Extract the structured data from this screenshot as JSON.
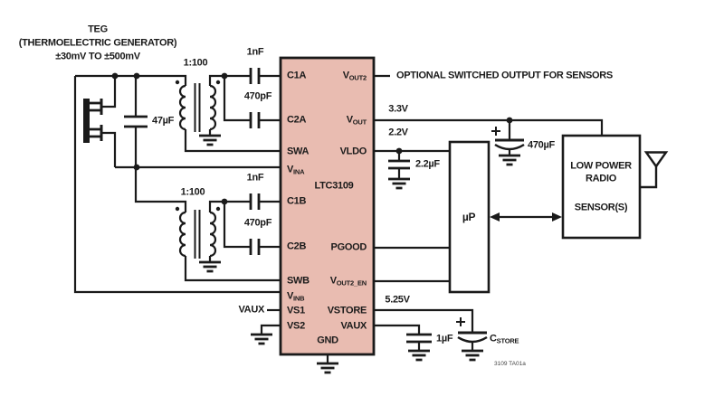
{
  "teg": {
    "line1": "TEG",
    "line2": "(THERMOELECTRIC GENERATOR)",
    "line3": "±30mV TO ±500mV"
  },
  "transformers": {
    "ratio_top": "1:100",
    "ratio_bottom": "1:100"
  },
  "caps": {
    "teg_cap": "47µF",
    "top_1nf": "1nF",
    "top_470pf": "470pF",
    "bot_1nf": "1nF",
    "bot_470pf": "470pF",
    "vldo_cap": "2.2µF",
    "vout_cap": "470µF",
    "vaux_cap": "1µF",
    "cstore": {
      "main": "C",
      "sub": "STORE"
    }
  },
  "ic": {
    "part": "LTC3109",
    "gnd": "GND",
    "left_pins": [
      {
        "main": "C1A",
        "sub": ""
      },
      {
        "main": "C2A",
        "sub": ""
      },
      {
        "main": "SWA",
        "sub": ""
      },
      {
        "main": "V",
        "sub": "INA"
      },
      {
        "main": "C1B",
        "sub": ""
      },
      {
        "main": "C2B",
        "sub": ""
      },
      {
        "main": "SWB",
        "sub": ""
      },
      {
        "main": "V",
        "sub": "INB"
      },
      {
        "main": "VS1",
        "sub": ""
      },
      {
        "main": "VS2",
        "sub": ""
      }
    ],
    "right_pins": [
      {
        "main": "V",
        "sub": "OUT2"
      },
      {
        "main": "V",
        "sub": "OUT"
      },
      {
        "main": "VLDO",
        "sub": ""
      },
      {
        "main": "PGOOD",
        "sub": ""
      },
      {
        "main": "V",
        "sub": "OUT2_EN"
      },
      {
        "main": "VSTORE",
        "sub": ""
      },
      {
        "main": "VAUX",
        "sub": ""
      }
    ]
  },
  "annotations": {
    "vout2_note": "OPTIONAL SWITCHED OUTPUT FOR SENSORS",
    "vout_v": "3.3V",
    "vldo_v": "2.2V",
    "vstore_v": "5.25V",
    "vaux_ref": "VAUX",
    "doc_ref": "3109 TA01a"
  },
  "blocks": {
    "mcu": "µP",
    "radio_line1": "LOW POWER",
    "radio_line2": "RADIO",
    "radio_line3": "SENSOR(S)"
  },
  "colors": {
    "ic_fill": "#E9BCB1",
    "line": "#1a1a1a"
  }
}
